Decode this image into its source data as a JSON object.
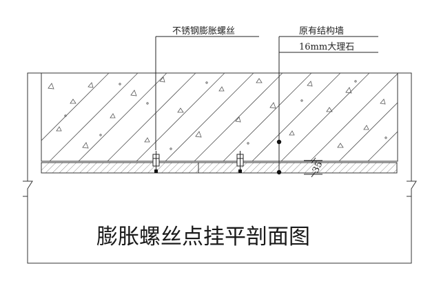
{
  "labels": {
    "bolt": "不锈钢膨胀螺丝",
    "wall": "原有结构墙",
    "stone": "16mm大理石"
  },
  "dimension": "35",
  "title": "膨胀螺丝点挂平剖面图"
}
